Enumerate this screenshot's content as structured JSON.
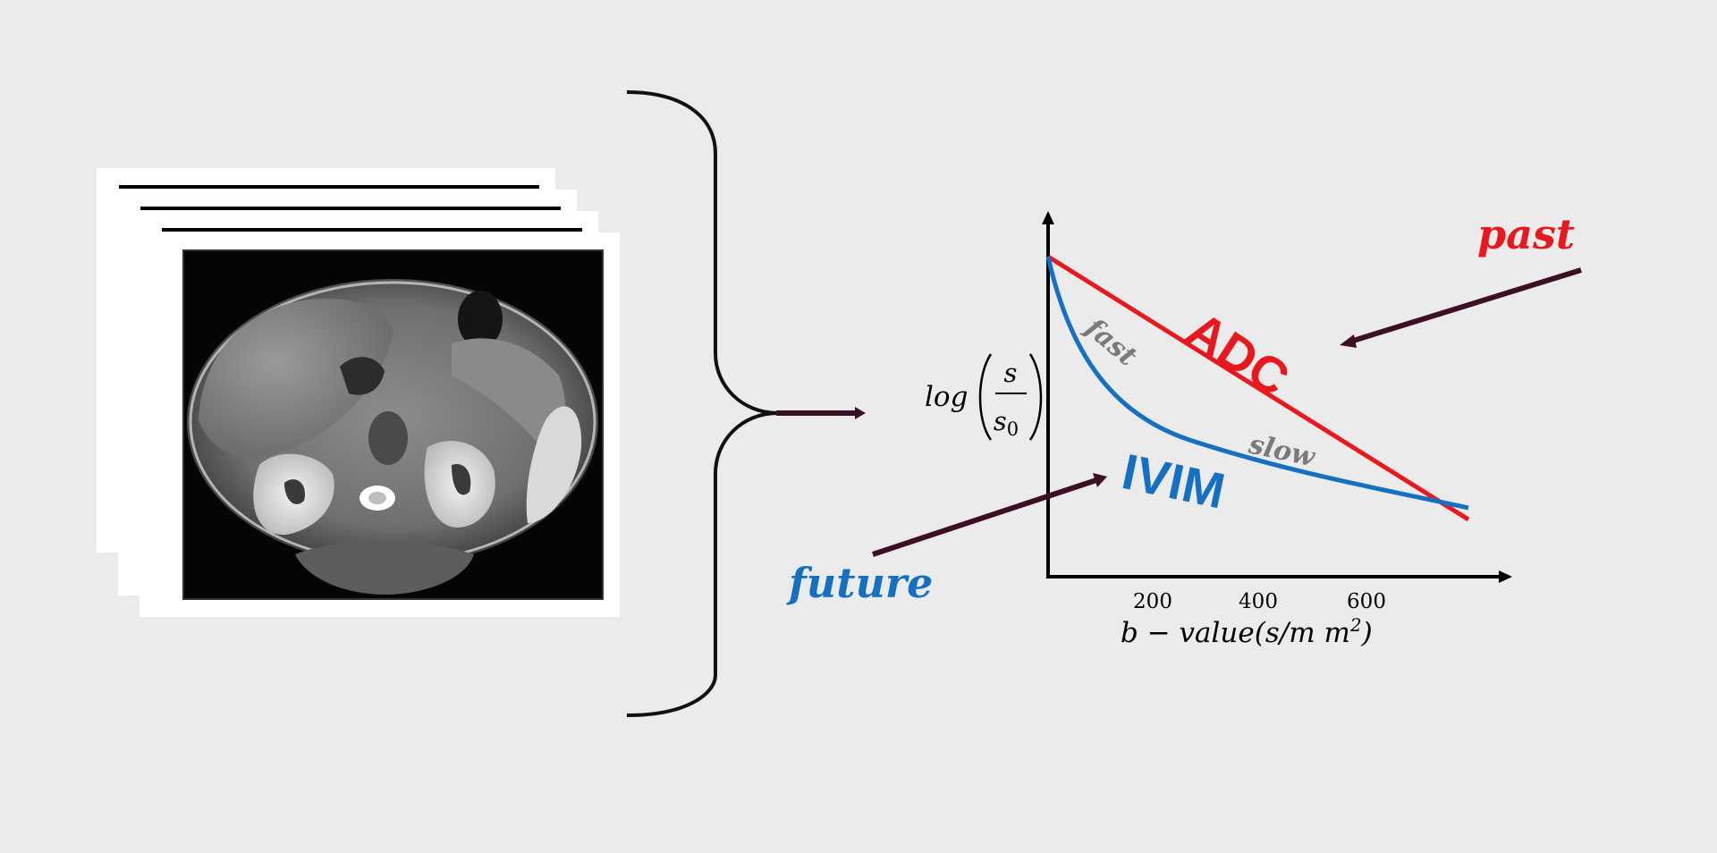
{
  "colors": {
    "background": "#ebebeb",
    "adc": "#e8191e",
    "ivim": "#1570c1",
    "arrow": "#3b1024",
    "axis": "#000000",
    "curve_label": "#7a7a7a"
  },
  "icons": {
    "scan_stack": "mri-slice-stack-icon",
    "brace": "curly-brace-icon"
  },
  "labels": {
    "past": "past",
    "future": "future",
    "adc": "ADC",
    "ivim": "IVIM",
    "fast": "fast",
    "slow": "slow"
  },
  "axes": {
    "y_label_fn": "log",
    "y_label_num": "s",
    "y_label_den": "s",
    "y_label_den_sub": "0",
    "x_label_main": "b − value(s/m m",
    "x_label_sup": "2",
    "x_label_close": ")",
    "x_ticks": [
      "200",
      "400",
      "600"
    ]
  },
  "chart_data": {
    "type": "line",
    "xlabel": "b − value(s/m m²)",
    "ylabel": "log(s/s0)",
    "x_ticks": [
      200,
      400,
      600
    ],
    "series": [
      {
        "name": "ADC"
      },
      {
        "name": "IVIM"
      }
    ]
  }
}
